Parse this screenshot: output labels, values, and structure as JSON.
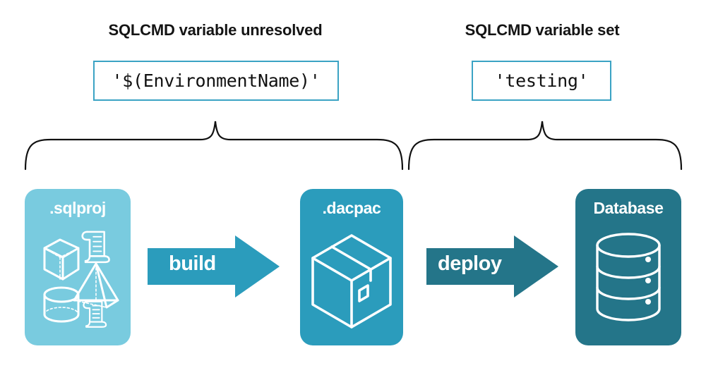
{
  "diagram": {
    "title_left": "SQLCMD variable unresolved",
    "title_right": "SQLCMD variable set",
    "code_left": "'$(EnvironmentName)'",
    "code_right": "'testing'",
    "colors": {
      "sqlproj": "#79CBDF",
      "dacpac": "#2B9CBC",
      "database": "#247589",
      "code_border": "#3BA3C4",
      "brace": "#111111",
      "text_dark": "#141414",
      "text_light": "#ffffff"
    },
    "stages": [
      {
        "label": ".sqlproj",
        "icon": "project-shapes-icon",
        "contents": [
          "cube-icon",
          "script-scroll-icon",
          "pyramid-icon",
          "cylinder-icon",
          "script-scroll-icon"
        ]
      },
      {
        "label": ".dacpac",
        "icon": "package-box-icon",
        "contents": [
          "package-box-icon"
        ]
      },
      {
        "label": "Database",
        "icon": "database-cylinder-icon",
        "contents": [
          "database-cylinder-icon"
        ]
      }
    ],
    "arrows": [
      {
        "label": "build",
        "color": "#2B9CBC",
        "from": ".sqlproj",
        "to": ".dacpac"
      },
      {
        "label": "deploy",
        "color": "#247589",
        "from": ".dacpac",
        "to": "Database"
      }
    ],
    "braces": [
      {
        "name": "brace-build-scope",
        "spans": [
          ".sqlproj",
          ".dacpac"
        ],
        "annotation": "SQLCMD variable unresolved"
      },
      {
        "name": "brace-deploy-scope",
        "spans": [
          ".dacpac",
          "Database"
        ],
        "annotation": "SQLCMD variable set"
      }
    ]
  }
}
